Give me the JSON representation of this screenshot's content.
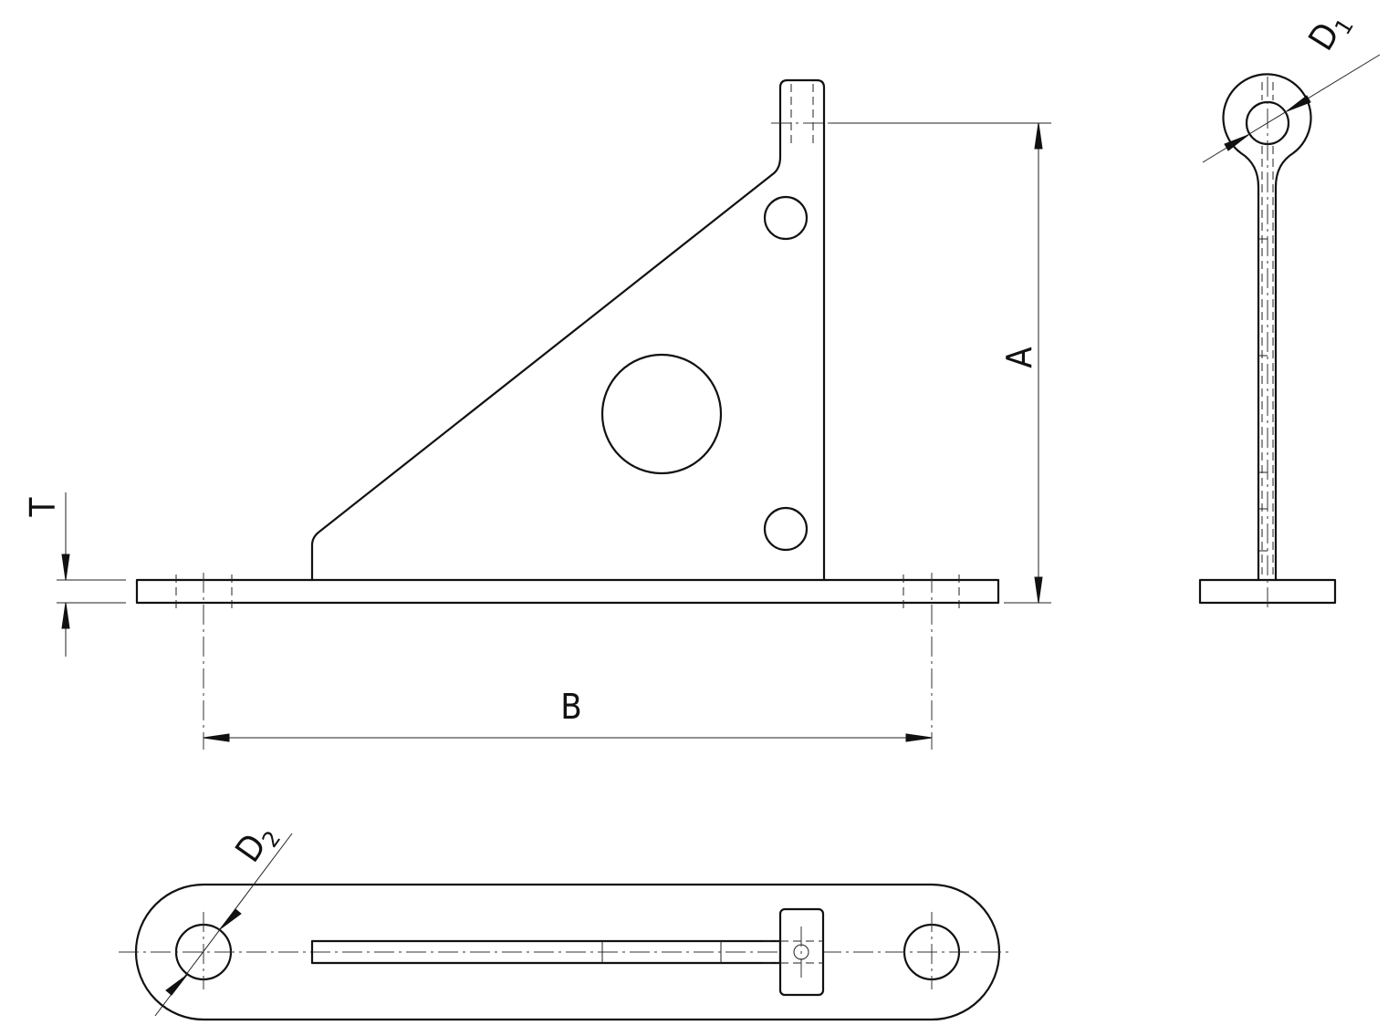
{
  "dimensions": {
    "A": "A",
    "B": "B",
    "T": "T",
    "D1": {
      "letter": "D",
      "sub": "1"
    },
    "D2": {
      "letter": "D",
      "sub": "2"
    }
  },
  "colors": {
    "line": "#111111",
    "background": "#ffffff"
  }
}
